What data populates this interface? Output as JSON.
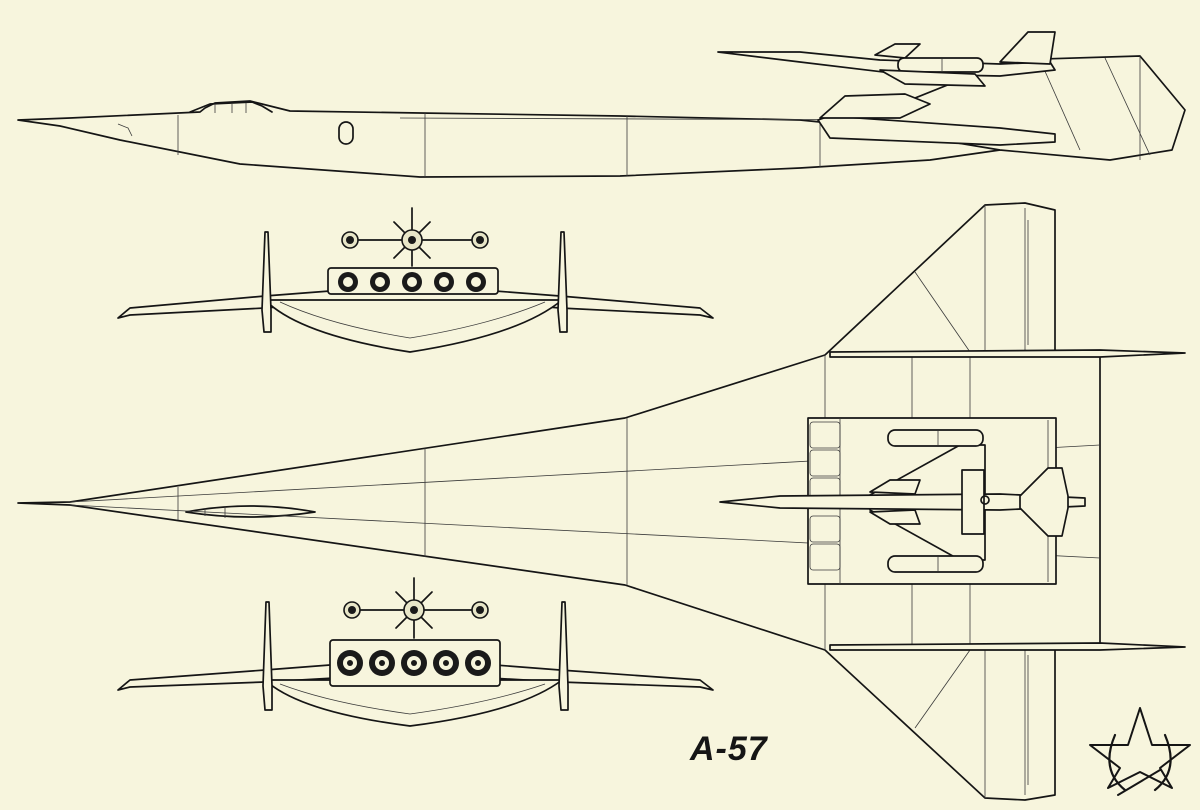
{
  "diagram": {
    "designation": "A-57",
    "views": [
      "side-view",
      "front-view",
      "top-view",
      "rear-view"
    ],
    "emblem": "star-emblem"
  },
  "colors": {
    "paper": "#f7f5dd",
    "ink": "#151515"
  }
}
